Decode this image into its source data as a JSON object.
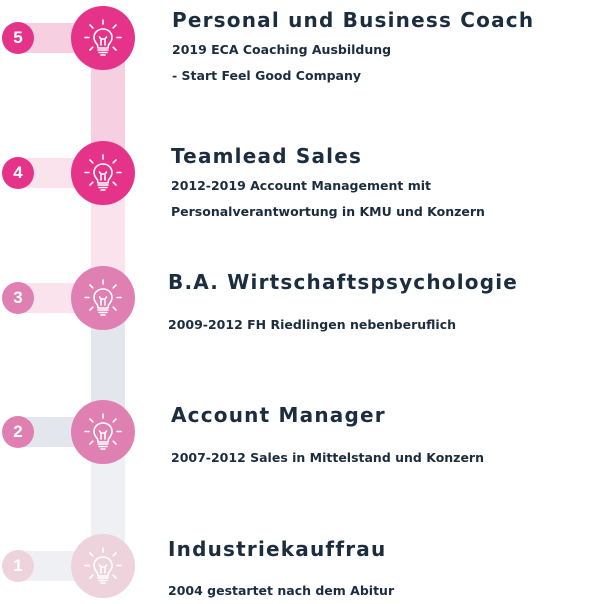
{
  "colors": {
    "navy_text": "#1b2d3f",
    "pink_strong": "#e5338a",
    "pink_medium": "#e07fb2",
    "pink_soft": "#eed3dd"
  },
  "timeline": {
    "entries": [
      {
        "number": "5",
        "icon": "lightbulb-icon",
        "title": "Personal und Business Coach",
        "lines": [
          "2019 ECA Coaching Ausbildung",
          "- Start Feel Good Company"
        ]
      },
      {
        "number": "4",
        "icon": "lightbulb-icon",
        "title": "Teamlead Sales",
        "lines": [
          "2012-2019 Account Management mit",
          "Personalverantwortung in KMU und Konzern"
        ]
      },
      {
        "number": "3",
        "icon": "lightbulb-icon",
        "title": "B.A. Wirtschaftspsychologie",
        "lines": [
          "2009-2012 FH Riedlingen nebenberuflich"
        ]
      },
      {
        "number": "2",
        "icon": "lightbulb-icon",
        "title": "Account Manager",
        "lines": [
          "2007-2012 Sales in Mittelstand und Konzern"
        ]
      },
      {
        "number": "1",
        "icon": "lightbulb-icon",
        "title": "Industriekauffrau",
        "lines": [
          "2004 gestartet nach dem Abitur"
        ]
      }
    ]
  }
}
